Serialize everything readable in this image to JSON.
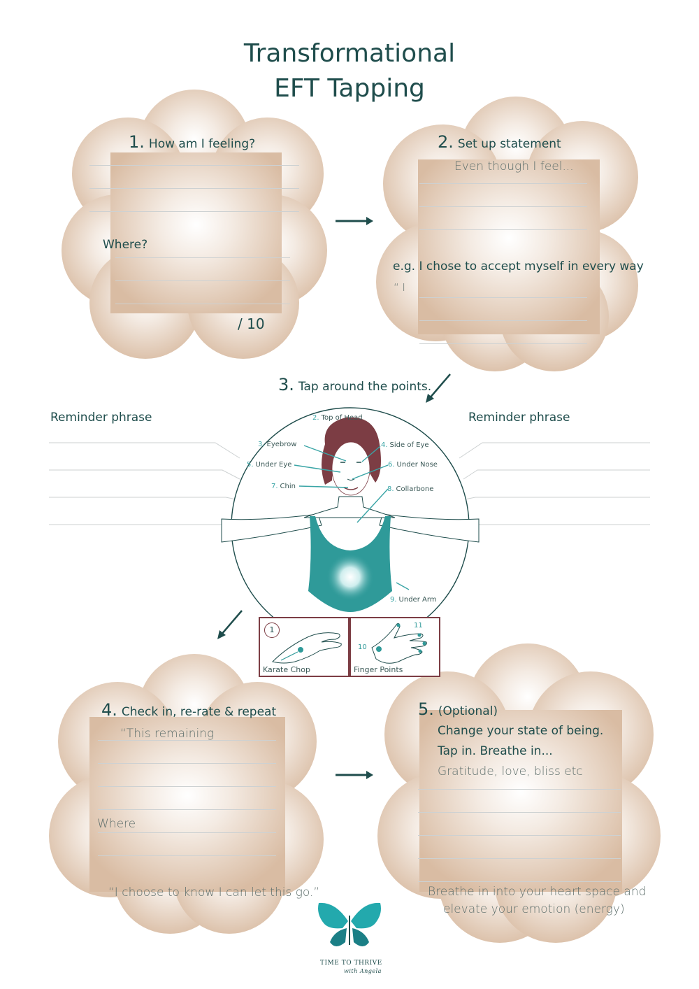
{
  "title": {
    "line1": "Transformational",
    "line2": "EFT Tapping"
  },
  "step1": {
    "num": "1.",
    "heading": "How am I feeling?",
    "where": "Where?",
    "rating": "/ 10"
  },
  "step2": {
    "num": "2.",
    "heading": "Set up statement",
    "prompt": "Even though I feel...",
    "example": "e.g. I chose to accept myself in every way",
    "quote_start": "“ I"
  },
  "step3": {
    "num": "3.",
    "heading": "Tap around the points.",
    "reminder_left": "Reminder phrase",
    "reminder_right": "Reminder phrase",
    "points": [
      {
        "n": "2.",
        "label": "Top of Head"
      },
      {
        "n": "3.",
        "label": "Eyebrow"
      },
      {
        "n": "4.",
        "label": "Side of Eye"
      },
      {
        "n": "5.",
        "label": "Under Eye"
      },
      {
        "n": "6.",
        "label": "Under Nose"
      },
      {
        "n": "7.",
        "label": "Chin"
      },
      {
        "n": "8.",
        "label": "Collarbone"
      },
      {
        "n": "9.",
        "label": "Under Arm"
      }
    ],
    "hand1": {
      "badge": "1",
      "label": "Karate Chop"
    },
    "hand2": {
      "n10": "10",
      "n11": "11",
      "label": "Finger Points"
    }
  },
  "step4": {
    "num": "4.",
    "heading": "Check in, re-rate & repeat",
    "remaining": "“This remaining",
    "where": "Where",
    "closing": "“I choose to know I can let this go.”"
  },
  "step5": {
    "num": "5.",
    "heading": "(Optional)",
    "line1": "Change your state of being.",
    "line2": "Tap in. Breathe in...",
    "line3": "Gratitude, love, bliss etc",
    "footer1": "Breathe in into your heart space and",
    "footer2": "elevate your emotion (energy)"
  },
  "brand": {
    "name": "TIME TO THRIVE",
    "sub": "with Angela"
  },
  "colors": {
    "teal": "#1f4d4c",
    "accent": "#3aa5a6",
    "cloud": "#dcc0a8",
    "frame": "#7c3d44"
  }
}
